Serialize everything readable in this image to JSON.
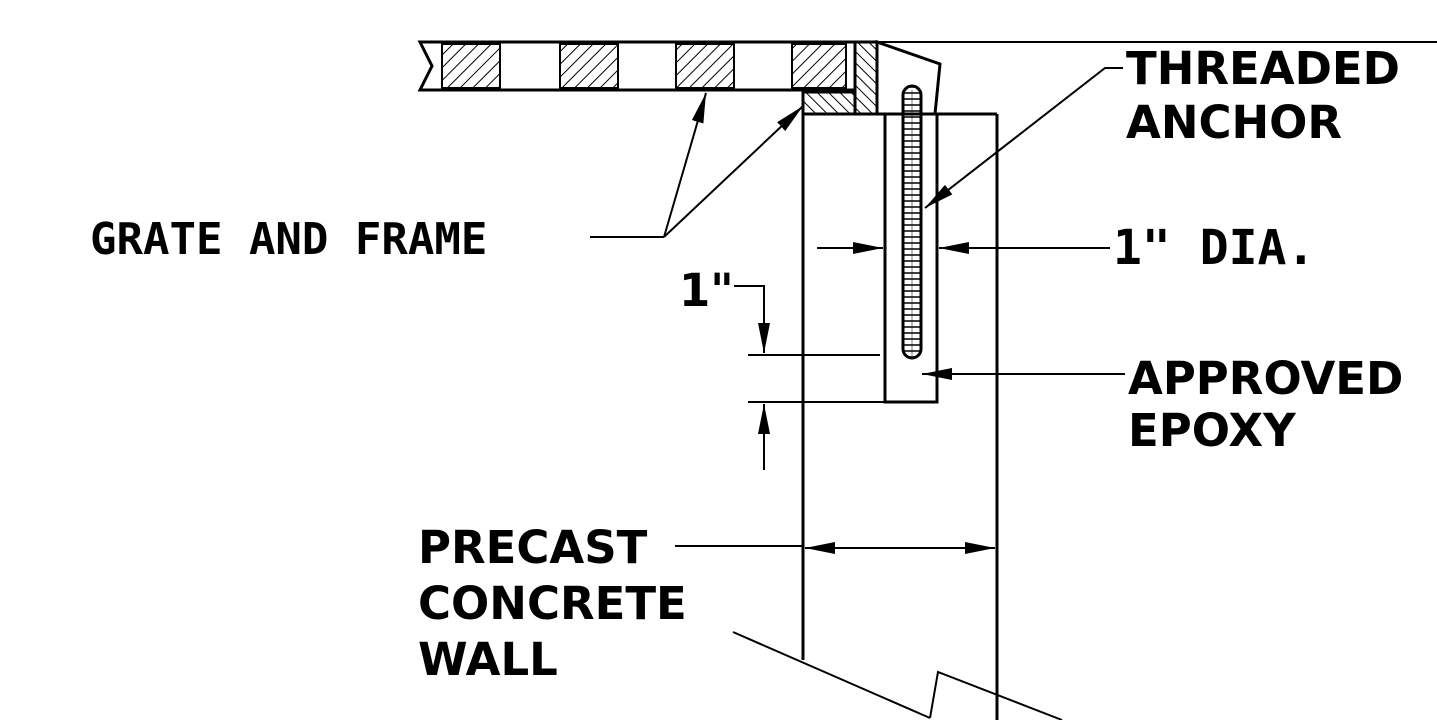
{
  "drawing": {
    "labels": {
      "threaded_anchor": [
        "THREADED",
        "ANCHOR"
      ],
      "grate_and_frame": "GRATE AND FRAME",
      "anchor_dia": "1\" DIA.",
      "embed_depth": "1\"",
      "approved_epoxy": [
        "APPROVED",
        "EPOXY"
      ],
      "precast_wall": [
        "PRECAST",
        "CONCRETE",
        "WALL"
      ]
    },
    "colors": {
      "line": "#000000",
      "background": "#ffffff"
    }
  }
}
